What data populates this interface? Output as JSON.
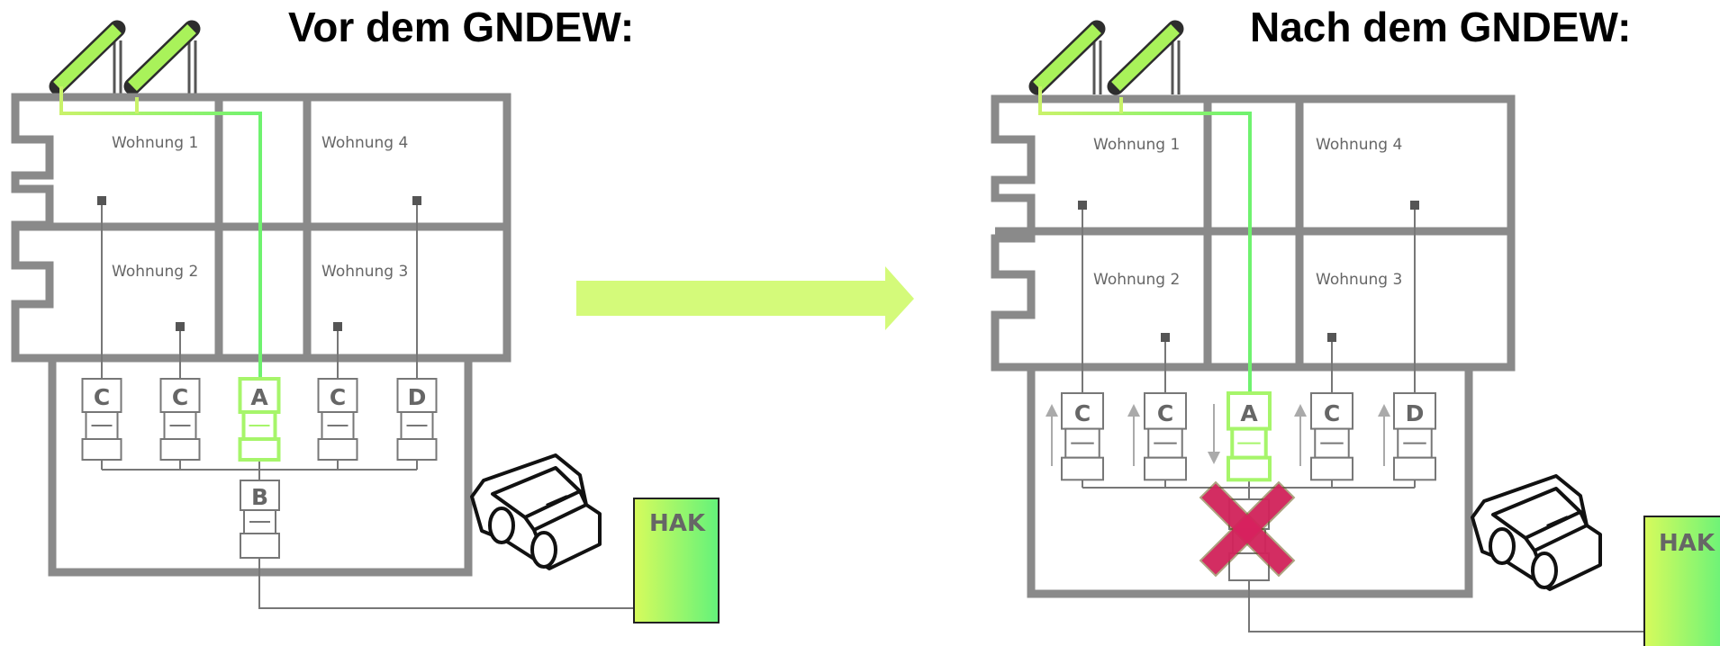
{
  "left": {
    "title": "Vor dem GNDEW:",
    "rooms": [
      "Wohnung 1",
      "Wohnung 4",
      "Wohnung 2",
      "Wohnung 3"
    ],
    "meters": [
      "C",
      "C",
      "A",
      "C",
      "D"
    ],
    "main_meter": "B",
    "hak": "HAK"
  },
  "right": {
    "title": "Nach dem GNDEW:",
    "rooms": [
      "Wohnung 1",
      "Wohnung 4",
      "Wohnung 2",
      "Wohnung 3"
    ],
    "meters": [
      "C",
      "C",
      "A",
      "C",
      "D"
    ],
    "hak": "HAK"
  },
  "colors": {
    "wall": "#8a8a8a",
    "line": "#777777",
    "solar_green": "#6ff26f",
    "accent_lime": "#d4fa7a",
    "cross": "#d8215f"
  },
  "icons": [
    "solar-panel-icon",
    "car-icon",
    "arrow-right-icon",
    "cross-icon"
  ]
}
